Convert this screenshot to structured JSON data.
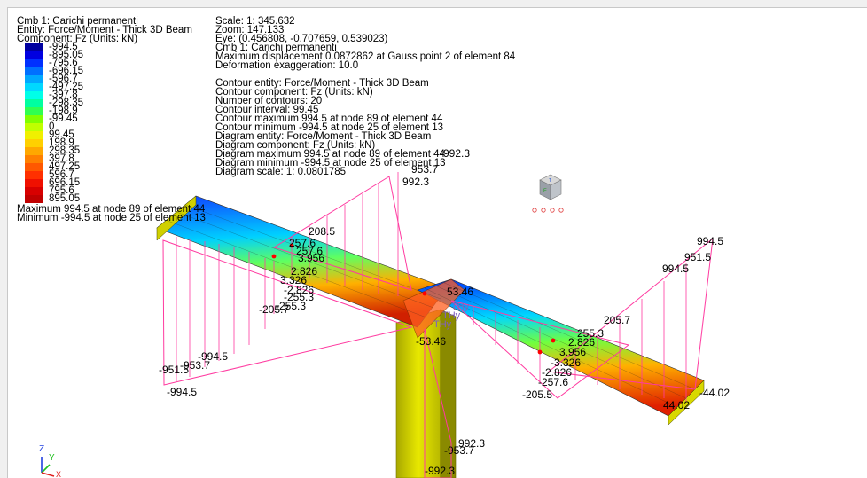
{
  "header_left": {
    "line1": "Cmb 1: Carichi permanenti",
    "line2": "Entity: Force/Moment - Thick 3D Beam",
    "line3": "Component: Fz (Units: kN)"
  },
  "info": [
    "Scale: 1: 345.632",
    "Zoom: 147.133",
    "Eye: (0.456808, -0.707659, 0.539023)",
    "Cmb 1: Carichi permanenti",
    "Maximum displacement 0.0872862 at Gauss point 2 of element 84",
    "Deformation exaggeration: 10.0",
    "",
    "Contour entity: Force/Moment - Thick 3D Beam",
    "Contour component: Fz (Units: kN)",
    "Number of contours: 20",
    "Contour interval: 99.45",
    "Contour maximum 994.5 at node 89 of element 44",
    "Contour minimum -994.5 at node 25 of element 13",
    "Diagram entity: Force/Moment - Thick 3D Beam",
    "Diagram component: Fz (Units: kN)",
    "Diagram maximum 994.5 at node 89 of element 44",
    "Diagram minimum -994.5 at node 25 of element 13",
    "Diagram scale: 1: 0.0801785"
  ],
  "legend": {
    "labels": [
      "-994.5",
      "-895.05",
      "-795.6",
      "-696.15",
      "-596.7",
      "-497.25",
      "-397.8",
      "-298.35",
      "-198.9",
      "-99.45",
      "0",
      "99.45",
      "198.9",
      "298.35",
      "397.8",
      "497.25",
      "596.7",
      "696.15",
      "795.6",
      "895.05"
    ],
    "colors": [
      "#0000a0",
      "#0000e0",
      "#0030ff",
      "#0070ff",
      "#00a8ff",
      "#00d8ff",
      "#00ffe8",
      "#00ffa0",
      "#30ff50",
      "#80ff00",
      "#c0ff00",
      "#f0f000",
      "#ffd000",
      "#ffa800",
      "#ff8000",
      "#ff5800",
      "#ff3000",
      "#f01000",
      "#d80000",
      "#c00000"
    ],
    "max_text": "Maximum 994.5 at node 89 of element 44",
    "min_text": "Minimum -994.5 at node 25 of element 13"
  },
  "diagram_labels": [
    {
      "text": "-994.5"
    },
    {
      "text": "-951.5"
    },
    {
      "text": "-994.5"
    },
    {
      "text": "-953.7"
    },
    {
      "text": "-205.7"
    },
    {
      "text": "-255.3"
    },
    {
      "text": "-255.3"
    },
    {
      "text": "-2.826"
    },
    {
      "text": "3.326"
    },
    {
      "text": "2.826"
    },
    {
      "text": "3.956"
    },
    {
      "text": "257.6"
    },
    {
      "text": "257.6"
    },
    {
      "text": "208.5"
    },
    {
      "text": "992.3"
    },
    {
      "text": "953.7"
    },
    {
      "text": "-992.3"
    },
    {
      "text": "53.46"
    },
    {
      "text": "-53.46"
    },
    {
      "text": "994.5"
    },
    {
      "text": "951.5"
    },
    {
      "text": "994.5"
    },
    {
      "text": "205.7"
    },
    {
      "text": "255.3"
    },
    {
      "text": "2.826"
    },
    {
      "text": "3.956"
    },
    {
      "text": "-3.326"
    },
    {
      "text": "-2.826"
    },
    {
      "text": "-257.6"
    },
    {
      "text": "-205.5"
    },
    {
      "text": "44.02"
    },
    {
      "text": "-44.02"
    },
    {
      "text": "992.3"
    },
    {
      "text": "-953.7"
    },
    {
      "text": "-992.3"
    }
  ],
  "overlay_labels": [
    "THy",
    "THy",
    "THy"
  ],
  "view_cube": {
    "front_label": "F",
    "top_label": "T"
  },
  "triad": {
    "z": "Z",
    "y": "Y",
    "x": "X"
  },
  "colors": {
    "diagram_line": "#ff3aa0",
    "column": "#c8c800",
    "highlight": "#ff0000"
  }
}
